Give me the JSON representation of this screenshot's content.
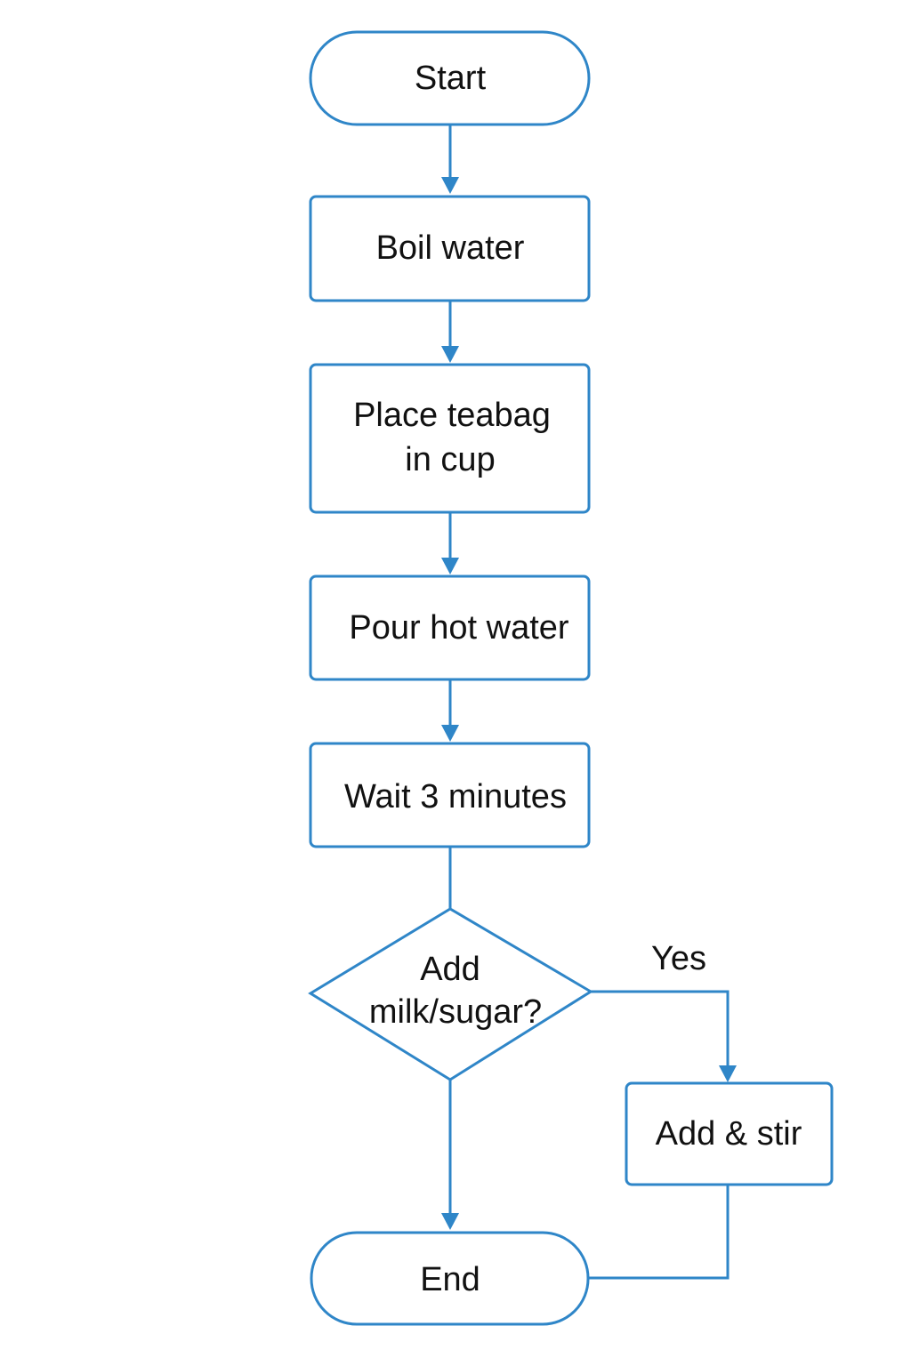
{
  "diagram": {
    "colors": {
      "stroke": "#2f86c8",
      "text": "#111111",
      "background": "#ffffff"
    },
    "nodes": {
      "start": {
        "label": "Start",
        "shape": "terminator"
      },
      "boil": {
        "label": "Boil water",
        "shape": "process"
      },
      "place_line1": {
        "label": "Place teabag"
      },
      "place_line2": {
        "label": "in cup"
      },
      "pour": {
        "label": "Pour hot water",
        "shape": "process"
      },
      "wait": {
        "label": "Wait 3 minutes",
        "shape": "process"
      },
      "decision_line1": {
        "label": "Add"
      },
      "decision_line2": {
        "label": "milk/sugar?"
      },
      "add_stir": {
        "label": "Add & stir",
        "shape": "process"
      },
      "end": {
        "label": "End",
        "shape": "terminator"
      }
    },
    "edges": {
      "yes": {
        "label": "Yes"
      }
    }
  }
}
